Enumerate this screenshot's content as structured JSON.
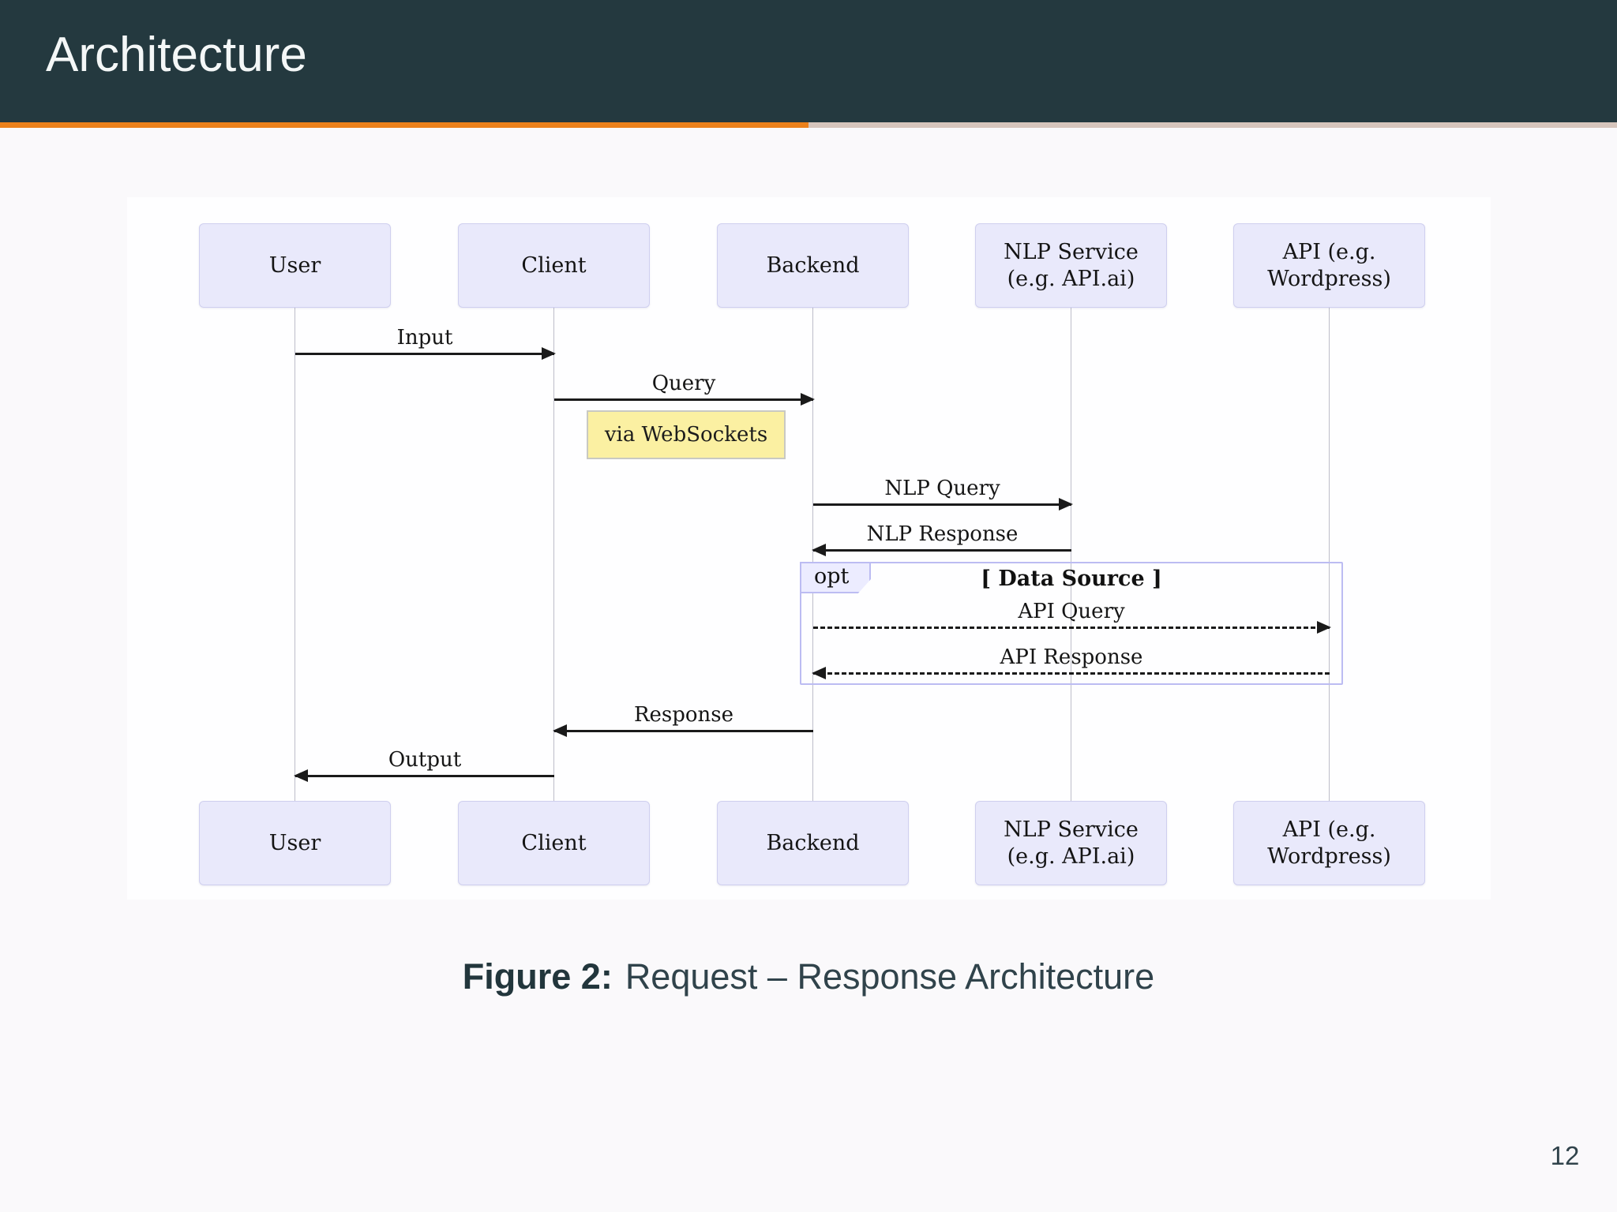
{
  "header": {
    "title": "Architecture"
  },
  "progress": {
    "fraction": 0.5
  },
  "colors": {
    "header_bg": "#24393f",
    "accent_orange": "#eb811b",
    "progress_rest": "#d6c5bc",
    "actor_fill": "#e9e9fb",
    "actor_border": "#cfcfef",
    "note_fill": "#fbf0a2",
    "fragment_border": "#bcbcf2",
    "arrow_color": "#1a1a1a"
  },
  "diagram": {
    "type": "sequence",
    "actors": [
      {
        "label": "User"
      },
      {
        "label": "Client"
      },
      {
        "label": "Backend"
      },
      {
        "label": "NLP Service (e.g. API.ai)"
      },
      {
        "label": "API (e.g. Wordpress)"
      }
    ],
    "messages": [
      {
        "label": "Input",
        "from": "User",
        "to": "Client",
        "style": "solid"
      },
      {
        "label": "Query",
        "from": "Client",
        "to": "Backend",
        "style": "solid"
      },
      {
        "label": "NLP Query",
        "from": "Backend",
        "to": "NLP Service (e.g. API.ai)",
        "style": "solid"
      },
      {
        "label": "NLP Response",
        "from": "NLP Service (e.g. API.ai)",
        "to": "Backend",
        "style": "solid"
      },
      {
        "label": "API Query",
        "from": "Backend",
        "to": "API (e.g. Wordpress)",
        "style": "dashed"
      },
      {
        "label": "API Response",
        "from": "API (e.g. Wordpress)",
        "to": "Backend",
        "style": "dashed"
      },
      {
        "label": "Response",
        "from": "Backend",
        "to": "Client",
        "style": "solid"
      },
      {
        "label": "Output",
        "from": "Client",
        "to": "User",
        "style": "solid"
      }
    ],
    "note": {
      "text": "via WebSockets"
    },
    "fragment": {
      "operator": "opt",
      "guard": "[ Data Source ]"
    }
  },
  "caption": {
    "prefix": "Figure 2:",
    "text": "Request – Response Architecture"
  },
  "page_number": "12"
}
